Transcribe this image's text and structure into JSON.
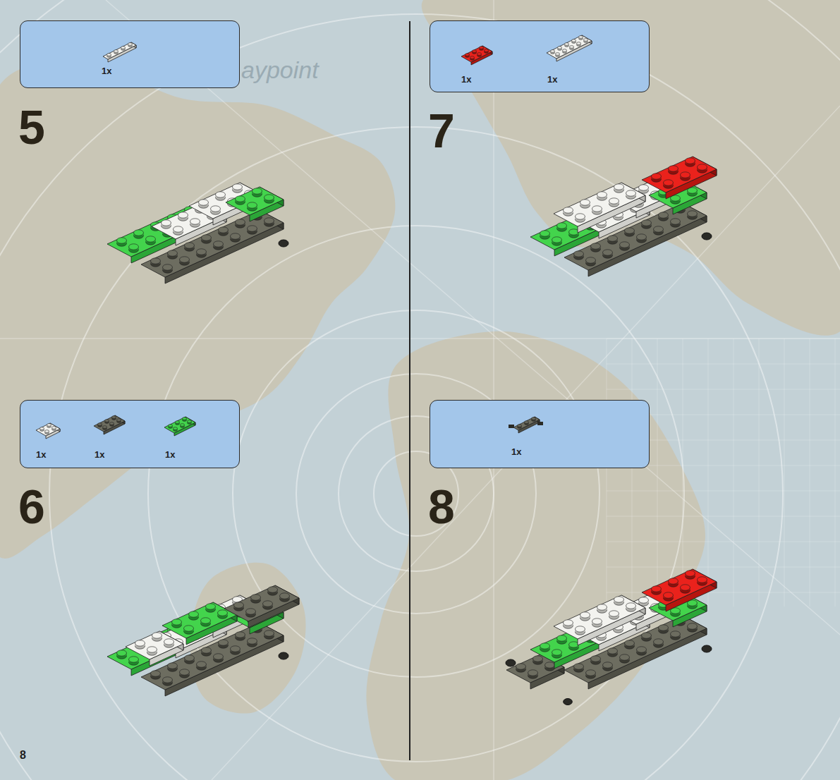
{
  "diagram": {
    "nodes": [
      {
        "text": [
          "1x"
        ]
      },
      {
        "text": [
          "1x",
          "1x"
        ]
      },
      {
        "text": [
          "1x",
          "1x",
          "1x"
        ]
      },
      {
        "text": [
          "1x"
        ]
      }
    ],
    "labels": [
      "aypoint",
      "5",
      "7",
      "6",
      "8",
      "8"
    ]
  }
}
